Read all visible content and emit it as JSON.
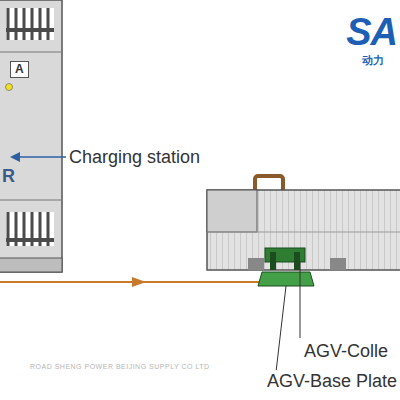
{
  "diagram": {
    "nodes": [
      {
        "text": [
          "A",
          "R"
        ]
      }
    ],
    "labels": [
      "SA",
      "动力",
      "Charging station",
      "AGV-Colle",
      "AGV-Base Plate",
      "ROAD SHENG POWER BEIJING SUPPLY CO LTD"
    ]
  }
}
